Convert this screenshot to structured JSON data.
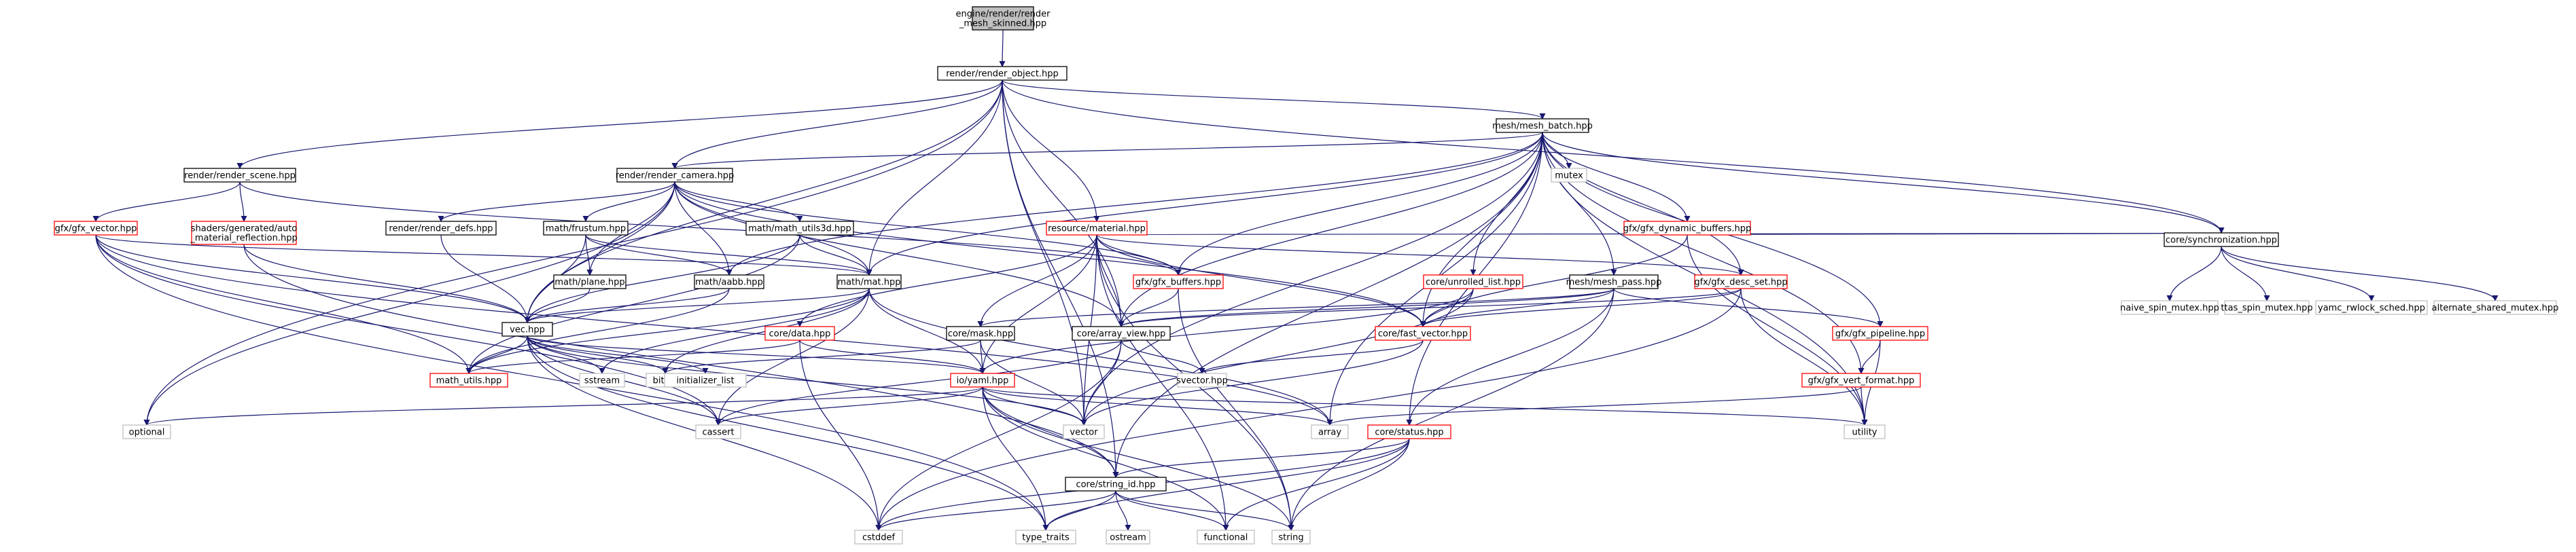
{
  "colors": {
    "edge": "#191970",
    "normal_border": "#000000",
    "normal_fill": "#ffffff",
    "red_border": "#ff0000",
    "root_fill": "#bfbfbf",
    "system_border": "#bfbfbf",
    "system_text": "#000000"
  },
  "nodes": [
    {
      "id": "root",
      "lines": [
        "engine/render/render",
        "_mesh_skinned.hpp"
      ],
      "style": "root"
    },
    {
      "id": "render_object",
      "lines": [
        "render/render_object.hpp"
      ],
      "style": "normal"
    },
    {
      "id": "mesh_batch",
      "lines": [
        "mesh/mesh_batch.hpp"
      ],
      "style": "normal"
    },
    {
      "id": "render_scene",
      "lines": [
        "render/render_scene.hpp"
      ],
      "style": "normal"
    },
    {
      "id": "render_camera",
      "lines": [
        "render/render_camera.hpp"
      ],
      "style": "normal"
    },
    {
      "id": "mutex",
      "lines": [
        "mutex"
      ],
      "style": "system"
    },
    {
      "id": "gfx_vector",
      "lines": [
        "gfx/gfx_vector.hpp"
      ],
      "style": "red"
    },
    {
      "id": "shaders_auto",
      "lines": [
        "shaders/generated/auto",
        "_material_reflection.hpp"
      ],
      "style": "red"
    },
    {
      "id": "render_defs",
      "lines": [
        "render/render_defs.hpp"
      ],
      "style": "normal"
    },
    {
      "id": "frustum",
      "lines": [
        "math/frustum.hpp"
      ],
      "style": "normal"
    },
    {
      "id": "math_utils3d",
      "lines": [
        "math/math_utils3d.hpp"
      ],
      "style": "normal"
    },
    {
      "id": "material",
      "lines": [
        "resource/material.hpp"
      ],
      "style": "red"
    },
    {
      "id": "gfx_dynamic_buffers",
      "lines": [
        "gfx/gfx_dynamic_buffers.hpp"
      ],
      "style": "red"
    },
    {
      "id": "synchronization",
      "lines": [
        "core/synchronization.hpp"
      ],
      "style": "normal"
    },
    {
      "id": "plane",
      "lines": [
        "math/plane.hpp"
      ],
      "style": "normal"
    },
    {
      "id": "aabb",
      "lines": [
        "math/aabb.hpp"
      ],
      "style": "normal"
    },
    {
      "id": "mat",
      "lines": [
        "math/mat.hpp"
      ],
      "style": "normal"
    },
    {
      "id": "gfx_buffers",
      "lines": [
        "gfx/gfx_buffers.hpp"
      ],
      "style": "red"
    },
    {
      "id": "unrolled_list",
      "lines": [
        "core/unrolled_list.hpp"
      ],
      "style": "red"
    },
    {
      "id": "mesh_pass",
      "lines": [
        "mesh/mesh_pass.hpp"
      ],
      "style": "normal"
    },
    {
      "id": "gfx_desc_set",
      "lines": [
        "gfx/gfx_desc_set.hpp"
      ],
      "style": "red"
    },
    {
      "id": "naive_spin_mutex",
      "lines": [
        "naive_spin_mutex.hpp"
      ],
      "style": "system"
    },
    {
      "id": "ttas_spin_mutex",
      "lines": [
        "ttas_spin_mutex.hpp"
      ],
      "style": "system"
    },
    {
      "id": "yamc_rwlock_sched",
      "lines": [
        "yamc_rwlock_sched.hpp"
      ],
      "style": "system"
    },
    {
      "id": "alternate_shared_mutex",
      "lines": [
        "alternate_shared_mutex.hpp"
      ],
      "style": "system"
    },
    {
      "id": "vec",
      "lines": [
        "vec.hpp"
      ],
      "style": "normal"
    },
    {
      "id": "data",
      "lines": [
        "core/data.hpp"
      ],
      "style": "red"
    },
    {
      "id": "mask",
      "lines": [
        "core/mask.hpp"
      ],
      "style": "normal"
    },
    {
      "id": "array_view",
      "lines": [
        "core/array_view.hpp"
      ],
      "style": "normal"
    },
    {
      "id": "fast_vector",
      "lines": [
        "core/fast_vector.hpp"
      ],
      "style": "red"
    },
    {
      "id": "gfx_pipeline",
      "lines": [
        "gfx/gfx_pipeline.hpp"
      ],
      "style": "red"
    },
    {
      "id": "math_utils",
      "lines": [
        "math_utils.hpp"
      ],
      "style": "red"
    },
    {
      "id": "sstream",
      "lines": [
        "sstream"
      ],
      "style": "system"
    },
    {
      "id": "bitset",
      "lines": [
        "bitset"
      ],
      "style": "system"
    },
    {
      "id": "initializer_list",
      "lines": [
        "initializer_list"
      ],
      "style": "system"
    },
    {
      "id": "io_yaml",
      "lines": [
        "io/yaml.hpp"
      ],
      "style": "red"
    },
    {
      "id": "svector",
      "lines": [
        "svector.hpp"
      ],
      "style": "system"
    },
    {
      "id": "gfx_vert_format",
      "lines": [
        "gfx/gfx_vert_format.hpp"
      ],
      "style": "red"
    },
    {
      "id": "optional",
      "lines": [
        "optional"
      ],
      "style": "system"
    },
    {
      "id": "cassert",
      "lines": [
        "cassert"
      ],
      "style": "system"
    },
    {
      "id": "vector",
      "lines": [
        "vector"
      ],
      "style": "system"
    },
    {
      "id": "array",
      "lines": [
        "array"
      ],
      "style": "system"
    },
    {
      "id": "status",
      "lines": [
        "core/status.hpp"
      ],
      "style": "red"
    },
    {
      "id": "utility",
      "lines": [
        "utility"
      ],
      "style": "system"
    },
    {
      "id": "string_id",
      "lines": [
        "core/string_id.hpp"
      ],
      "style": "normal"
    },
    {
      "id": "cstddef",
      "lines": [
        "cstddef"
      ],
      "style": "system"
    },
    {
      "id": "type_traits",
      "lines": [
        "type_traits"
      ],
      "style": "system"
    },
    {
      "id": "ostream",
      "lines": [
        "ostream"
      ],
      "style": "system"
    },
    {
      "id": "functional",
      "lines": [
        "functional"
      ],
      "style": "system"
    },
    {
      "id": "string",
      "lines": [
        "string"
      ],
      "style": "system"
    }
  ],
  "edges": [
    [
      "root",
      "render_object"
    ],
    [
      "render_object",
      "mesh_batch"
    ],
    [
      "render_object",
      "render_scene"
    ],
    [
      "render_object",
      "render_camera"
    ],
    [
      "render_object",
      "material"
    ],
    [
      "render_object",
      "synchronization"
    ],
    [
      "render_object",
      "mat"
    ],
    [
      "render_object",
      "vec"
    ],
    [
      "render_object",
      "array_view"
    ],
    [
      "render_object",
      "optional"
    ],
    [
      "render_object",
      "vector"
    ],
    [
      "render_object",
      "string_id"
    ],
    [
      "render_scene",
      "gfx_vector"
    ],
    [
      "render_scene",
      "shaders_auto"
    ],
    [
      "render_scene",
      "gfx_buffers"
    ],
    [
      "render_camera",
      "render_defs"
    ],
    [
      "render_camera",
      "frustum"
    ],
    [
      "render_camera",
      "math_utils3d"
    ],
    [
      "render_camera",
      "aabb"
    ],
    [
      "render_camera",
      "mat"
    ],
    [
      "render_camera",
      "vec"
    ],
    [
      "render_camera",
      "array_view"
    ],
    [
      "render_camera",
      "fast_vector"
    ],
    [
      "render_camera",
      "gfx_buffers"
    ],
    [
      "render_camera",
      "optional"
    ],
    [
      "render_camera",
      "plane"
    ],
    [
      "mesh_batch",
      "render_camera"
    ],
    [
      "mesh_batch",
      "mutex"
    ],
    [
      "mesh_batch",
      "gfx_dynamic_buffers"
    ],
    [
      "mesh_batch",
      "synchronization"
    ],
    [
      "mesh_batch",
      "gfx_buffers"
    ],
    [
      "mesh_batch",
      "unrolled_list"
    ],
    [
      "mesh_batch",
      "mesh_pass"
    ],
    [
      "mesh_batch",
      "gfx_desc_set"
    ],
    [
      "mesh_batch",
      "gfx_pipeline"
    ],
    [
      "mesh_batch",
      "gfx_vert_format"
    ],
    [
      "mesh_batch",
      "array_view"
    ],
    [
      "mesh_batch",
      "fast_vector"
    ],
    [
      "mesh_batch",
      "mat"
    ],
    [
      "mesh_batch",
      "aabb"
    ],
    [
      "mesh_batch",
      "utility"
    ],
    [
      "mesh_batch",
      "vector"
    ],
    [
      "mesh_batch",
      "array"
    ],
    [
      "mesh_batch",
      "status"
    ],
    [
      "mesh_batch",
      "string_id"
    ],
    [
      "gfx_vector",
      "mat"
    ],
    [
      "gfx_vector",
      "vec"
    ],
    [
      "gfx_vector",
      "math_utils"
    ],
    [
      "gfx_vector",
      "cassert"
    ],
    [
      "gfx_vector",
      "type_traits"
    ],
    [
      "gfx_vector",
      "array"
    ],
    [
      "shaders_auto",
      "vec"
    ],
    [
      "shaders_auto",
      "string_id"
    ],
    [
      "render_defs",
      "vec"
    ],
    [
      "frustum",
      "plane"
    ],
    [
      "frustum",
      "aabb"
    ],
    [
      "frustum",
      "vec"
    ],
    [
      "frustum",
      "mat"
    ],
    [
      "math_utils3d",
      "mat"
    ],
    [
      "math_utils3d",
      "vec"
    ],
    [
      "math_utils3d",
      "math_utils"
    ],
    [
      "material",
      "gfx_desc_set"
    ],
    [
      "material",
      "synchronization"
    ],
    [
      "material",
      "gfx_buffers"
    ],
    [
      "material",
      "data"
    ],
    [
      "material",
      "mask"
    ],
    [
      "material",
      "array_view"
    ],
    [
      "material",
      "fast_vector"
    ],
    [
      "material",
      "vector"
    ],
    [
      "material",
      "string"
    ],
    [
      "material",
      "functional"
    ],
    [
      "material",
      "io_yaml"
    ],
    [
      "gfx_dynamic_buffers",
      "synchronization"
    ],
    [
      "gfx_dynamic_buffers",
      "fast_vector"
    ],
    [
      "gfx_dynamic_buffers",
      "utility"
    ],
    [
      "synchronization",
      "naive_spin_mutex"
    ],
    [
      "synchronization",
      "ttas_spin_mutex"
    ],
    [
      "synchronization",
      "yamc_rwlock_sched"
    ],
    [
      "synchronization",
      "alternate_shared_mutex"
    ],
    [
      "plane",
      "vec"
    ],
    [
      "aabb",
      "vec"
    ],
    [
      "aabb",
      "math_utils"
    ],
    [
      "mat",
      "vec"
    ],
    [
      "mat",
      "math_utils"
    ],
    [
      "mat",
      "sstream"
    ],
    [
      "mat",
      "bitset"
    ],
    [
      "mat",
      "cassert"
    ],
    [
      "mat",
      "io_yaml"
    ],
    [
      "mat",
      "array"
    ],
    [
      "gfx_buffers",
      "array_view"
    ],
    [
      "gfx_buffers",
      "string"
    ],
    [
      "unrolled_list",
      "fast_vector"
    ],
    [
      "unrolled_list",
      "vector"
    ],
    [
      "unrolled_list",
      "io_yaml"
    ],
    [
      "mesh_pass",
      "fast_vector"
    ],
    [
      "mesh_pass",
      "array_view"
    ],
    [
      "mesh_pass",
      "gfx_pipeline"
    ],
    [
      "mesh_pass",
      "status"
    ],
    [
      "mesh_pass",
      "mask"
    ],
    [
      "mesh_pass",
      "string"
    ],
    [
      "gfx_desc_set",
      "fast_vector"
    ],
    [
      "gfx_desc_set",
      "array_view"
    ],
    [
      "gfx_desc_set",
      "utility"
    ],
    [
      "gfx_desc_set",
      "cstddef"
    ],
    [
      "vec",
      "math_utils"
    ],
    [
      "vec",
      "sstream"
    ],
    [
      "vec",
      "bitset"
    ],
    [
      "vec",
      "initializer_list"
    ],
    [
      "vec",
      "cassert"
    ],
    [
      "vec",
      "io_yaml"
    ],
    [
      "vec",
      "vector"
    ],
    [
      "vec",
      "cstddef"
    ],
    [
      "vec",
      "type_traits"
    ],
    [
      "data",
      "math_utils"
    ],
    [
      "data",
      "io_yaml"
    ],
    [
      "data",
      "cstddef"
    ],
    [
      "mask",
      "io_yaml"
    ],
    [
      "mask",
      "bitset"
    ],
    [
      "mask",
      "vector"
    ],
    [
      "array_view",
      "vector"
    ],
    [
      "array_view",
      "svector"
    ],
    [
      "array_view",
      "cassert"
    ],
    [
      "array_view",
      "cstddef"
    ],
    [
      "fast_vector",
      "svector"
    ],
    [
      "fast_vector",
      "vector"
    ],
    [
      "gfx_pipeline",
      "gfx_vert_format"
    ],
    [
      "gfx_pipeline",
      "utility"
    ],
    [
      "gfx_vert_format",
      "utility"
    ],
    [
      "gfx_vert_format",
      "array"
    ],
    [
      "io_yaml",
      "optional"
    ],
    [
      "io_yaml",
      "cassert"
    ],
    [
      "io_yaml",
      "vector"
    ],
    [
      "io_yaml",
      "array"
    ],
    [
      "io_yaml",
      "utility"
    ],
    [
      "io_yaml",
      "string"
    ],
    [
      "io_yaml",
      "functional"
    ],
    [
      "io_yaml",
      "string_id"
    ],
    [
      "io_yaml",
      "type_traits"
    ],
    [
      "status",
      "string_id"
    ],
    [
      "status",
      "string"
    ],
    [
      "status",
      "functional"
    ],
    [
      "status",
      "type_traits"
    ],
    [
      "status",
      "cstddef"
    ],
    [
      "string_id",
      "cstddef"
    ],
    [
      "string_id",
      "type_traits"
    ],
    [
      "string_id",
      "ostream"
    ],
    [
      "string_id",
      "functional"
    ],
    [
      "string_id",
      "string"
    ]
  ]
}
